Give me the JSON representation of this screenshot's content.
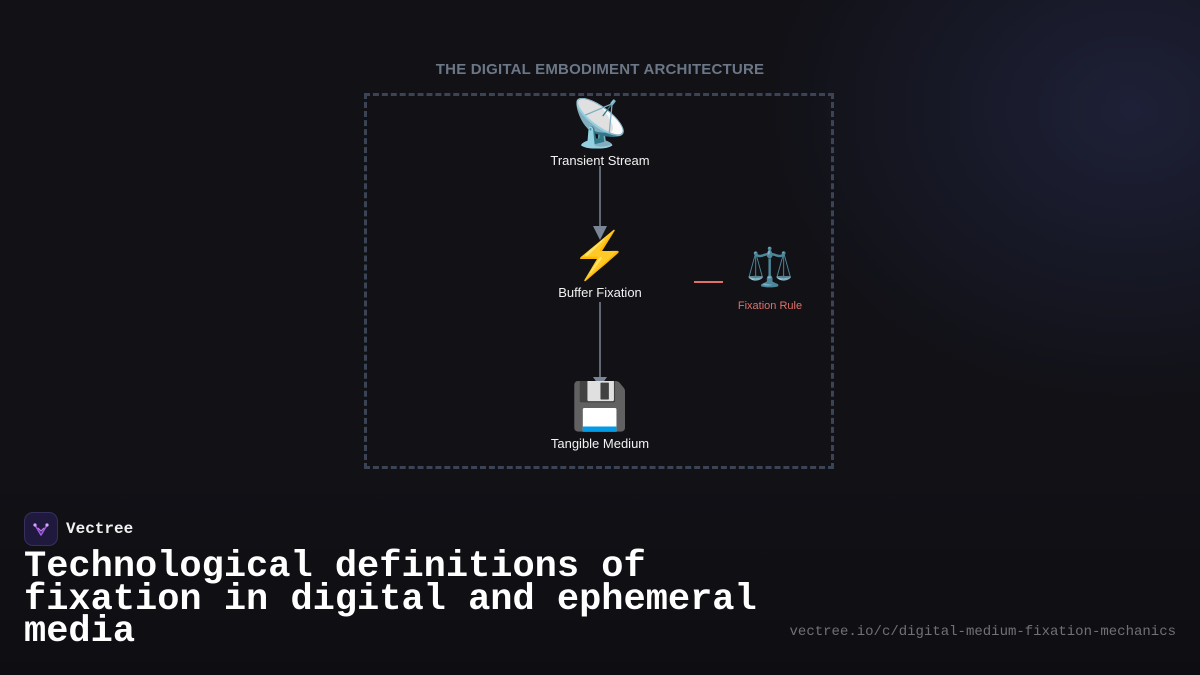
{
  "diagram": {
    "title": "THE DIGITAL EMBODIMENT ARCHITECTURE",
    "nodes": [
      {
        "label": "Transient Stream",
        "icon": "satellite-antenna-icon",
        "glyph": "📡"
      },
      {
        "label": "Buffer Fixation",
        "icon": "lightning-icon",
        "glyph": "⚡"
      },
      {
        "label": "Tangible Medium",
        "icon": "floppy-disk-icon",
        "glyph": "💾"
      },
      {
        "label": "Fixation Rule",
        "icon": "balance-scale-icon",
        "glyph": "⚖️"
      }
    ],
    "edges": [
      {
        "from": "Transient Stream",
        "to": "Buffer Fixation",
        "style": "arrow"
      },
      {
        "from": "Buffer Fixation",
        "to": "Tangible Medium",
        "style": "arrow"
      },
      {
        "from": "Fixation Rule",
        "to": "Buffer Fixation",
        "style": "line"
      }
    ],
    "colors": {
      "edge": "#7a8596",
      "rule": "#e0706a",
      "frame": "#3a4454"
    }
  },
  "brand": {
    "name": "Vectree",
    "icon": "vectree-logo-icon"
  },
  "page": {
    "title": "Technological definitions of fixation in digital and ephemeral media",
    "url": "vectree.io/c/digital-medium-fixation-mechanics"
  }
}
